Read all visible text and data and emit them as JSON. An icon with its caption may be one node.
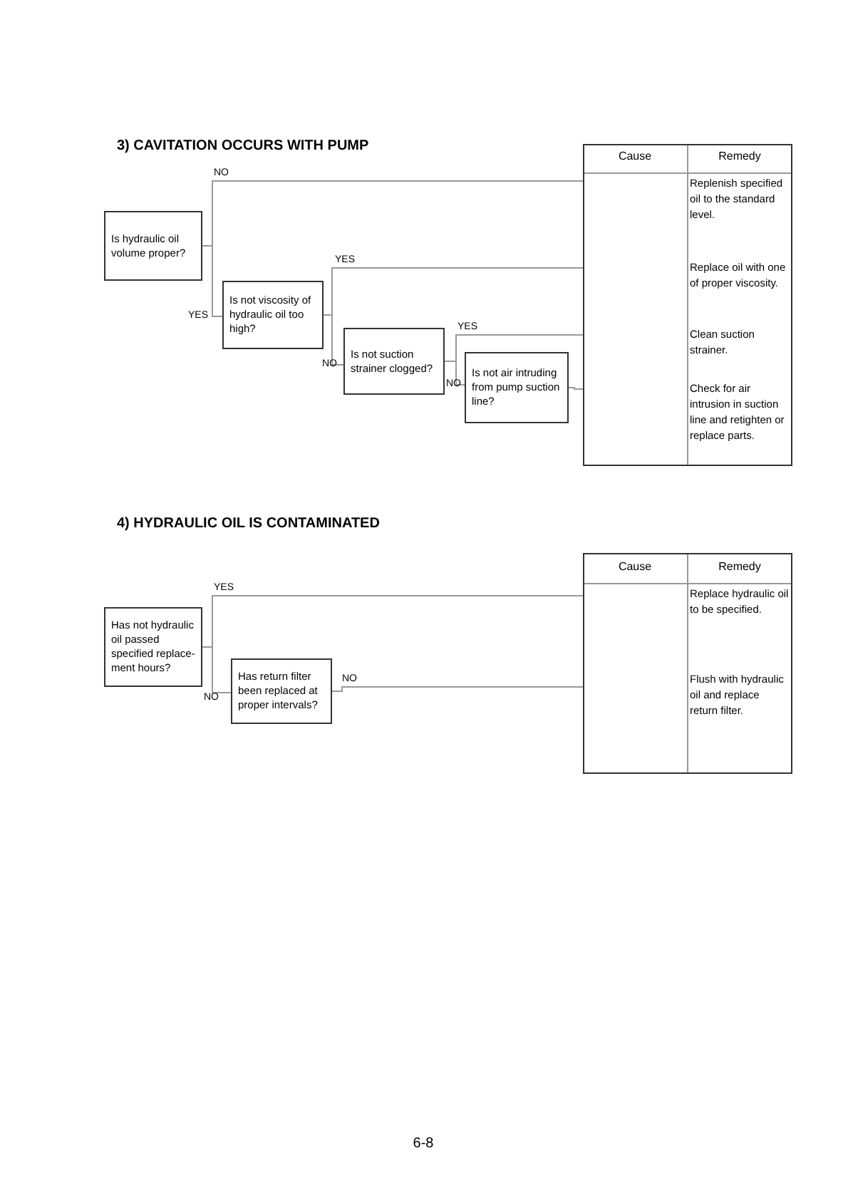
{
  "diagram": {
    "nodes": [
      {
        "text": [
          "Is hydraulic oil volume proper?"
        ]
      },
      {
        "text": [
          "Is not viscosity of hydraulic oil too high?"
        ]
      },
      {
        "text": [
          "Is not suction strainer clogged?"
        ]
      },
      {
        "text": [
          "Is not air intruding from pump suction line?"
        ]
      },
      {
        "text": [
          "Replenish specified oil to the standard level."
        ]
      },
      {
        "text": [
          "Replace oil with one of proper viscosity."
        ]
      },
      {
        "text": [
          "Clean suction strainer."
        ]
      },
      {
        "text": [
          "Check for air intrusion in suction line and retighten or replace parts."
        ]
      },
      {
        "text": [
          "Has not hydraulic oil passed specified replace-ment hours?"
        ]
      },
      {
        "text": [
          "Has return filter been replaced at proper intervals?"
        ]
      },
      {
        "text": [
          "Replace hydraulic oil to be specified."
        ]
      },
      {
        "text": [
          "Flush with hydraulic oil and replace return filter."
        ]
      }
    ],
    "edges": [
      {
        "from": 0,
        "to": 4,
        "arrow": "none",
        "label": "NO"
      },
      {
        "from": 0,
        "to": 1,
        "arrow": "none",
        "label": "YES"
      },
      {
        "from": 1,
        "to": 5,
        "arrow": "none",
        "label": "YES"
      },
      {
        "from": 1,
        "to": 2,
        "arrow": "none",
        "label": "NO"
      },
      {
        "from": 2,
        "to": 6,
        "arrow": "none",
        "label": "YES"
      },
      {
        "from": 2,
        "to": 3,
        "arrow": "none",
        "label": "NO"
      },
      {
        "from": 3,
        "to": 7,
        "arrow": "none"
      },
      {
        "from": 8,
        "to": 10,
        "arrow": "none",
        "label": "YES"
      },
      {
        "from": 8,
        "to": 9,
        "arrow": "none",
        "label": "NO"
      },
      {
        "from": 9,
        "to": 11,
        "arrow": "none",
        "label": "NO"
      }
    ],
    "labels": [
      "3) CAVITATION OCCURS WITH PUMP",
      "Cause",
      "Remedy",
      "4) HYDRAULIC OIL IS CONTAMINATED",
      "Cause",
      "Remedy",
      "6-8"
    ]
  }
}
